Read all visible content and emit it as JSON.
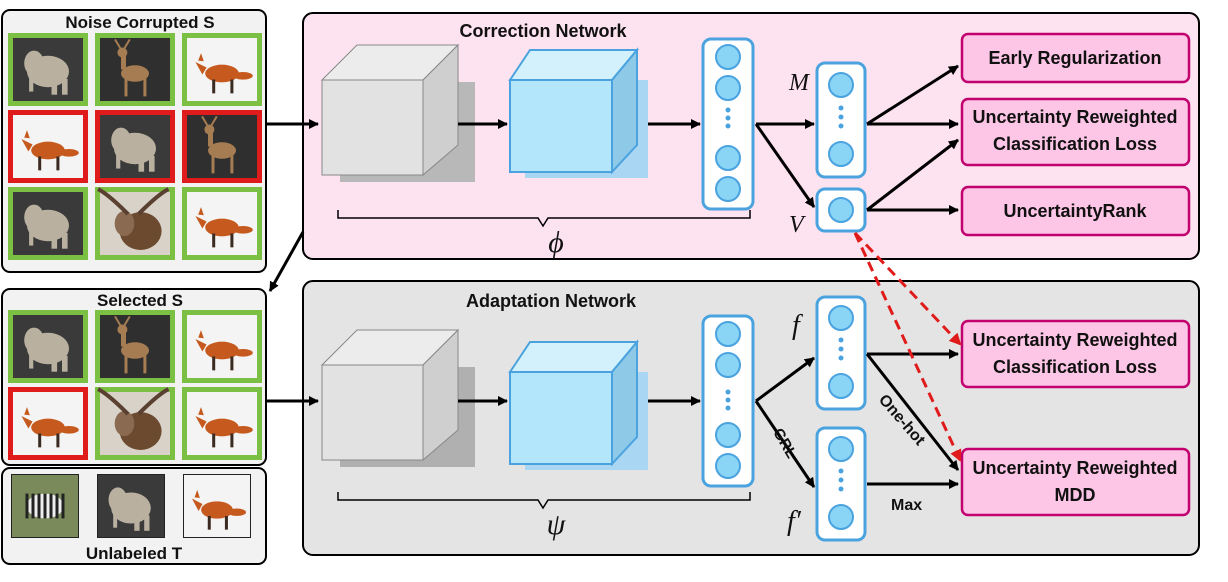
{
  "colors": {
    "correct_border": "#7bc043",
    "noisy_border": "#e01b1b",
    "correction_bg": "#fde2ef",
    "adaptation_bg": "#e4e4e4",
    "output_box_fill": "#fdc6e6",
    "output_box_border": "#c2006e",
    "feature_fill": "#b3e6fb",
    "feature_border": "#4aa3df",
    "node_fill": "#8ad4f5",
    "dashed_arrow": "#e01b1b"
  },
  "panels": {
    "noise_corrupted": {
      "title": "Noise Corrupted S",
      "images": [
        {
          "animal": "elephant",
          "status": "correct"
        },
        {
          "animal": "deer",
          "status": "correct"
        },
        {
          "animal": "fox",
          "status": "correct"
        },
        {
          "animal": "fox",
          "status": "noisy"
        },
        {
          "animal": "elephant",
          "status": "noisy"
        },
        {
          "animal": "deer",
          "status": "noisy"
        },
        {
          "animal": "elephant",
          "status": "correct"
        },
        {
          "animal": "moose",
          "status": "correct"
        },
        {
          "animal": "fox",
          "status": "correct"
        }
      ]
    },
    "selected": {
      "title": "Selected S",
      "images": [
        {
          "animal": "elephant",
          "status": "correct"
        },
        {
          "animal": "deer",
          "status": "correct"
        },
        {
          "animal": "fox",
          "status": "correct"
        },
        {
          "animal": "fox",
          "status": "noisy"
        },
        {
          "animal": "moose",
          "status": "correct"
        },
        {
          "animal": "fox",
          "status": "correct"
        }
      ]
    },
    "unlabeled": {
      "title": "Unlabeled T",
      "images": [
        {
          "animal": "zebra"
        },
        {
          "animal": "elephant"
        },
        {
          "animal": "fox"
        }
      ]
    }
  },
  "correction_network": {
    "title": "Correction Network",
    "feature_symbol": "ϕ",
    "head_m": "M",
    "head_v": "V",
    "outputs": {
      "early_reg": "Early Regularization",
      "class_loss_line1": "Uncertainty Reweighted",
      "class_loss_line2": "Classification Loss",
      "rank": "UncertaintyRank"
    }
  },
  "adaptation_network": {
    "title": "Adaptation Network",
    "feature_symbol": "ψ",
    "head_f": "f",
    "head_f_prime": "f′",
    "grl": "GRL",
    "one_hot": "One-hot",
    "max": "Max",
    "outputs": {
      "class_loss_line1": "Uncertainty Reweighted",
      "class_loss_line2": "Classification Loss",
      "mdd_line1": "Uncertainty Reweighted",
      "mdd_line2": "MDD"
    }
  }
}
